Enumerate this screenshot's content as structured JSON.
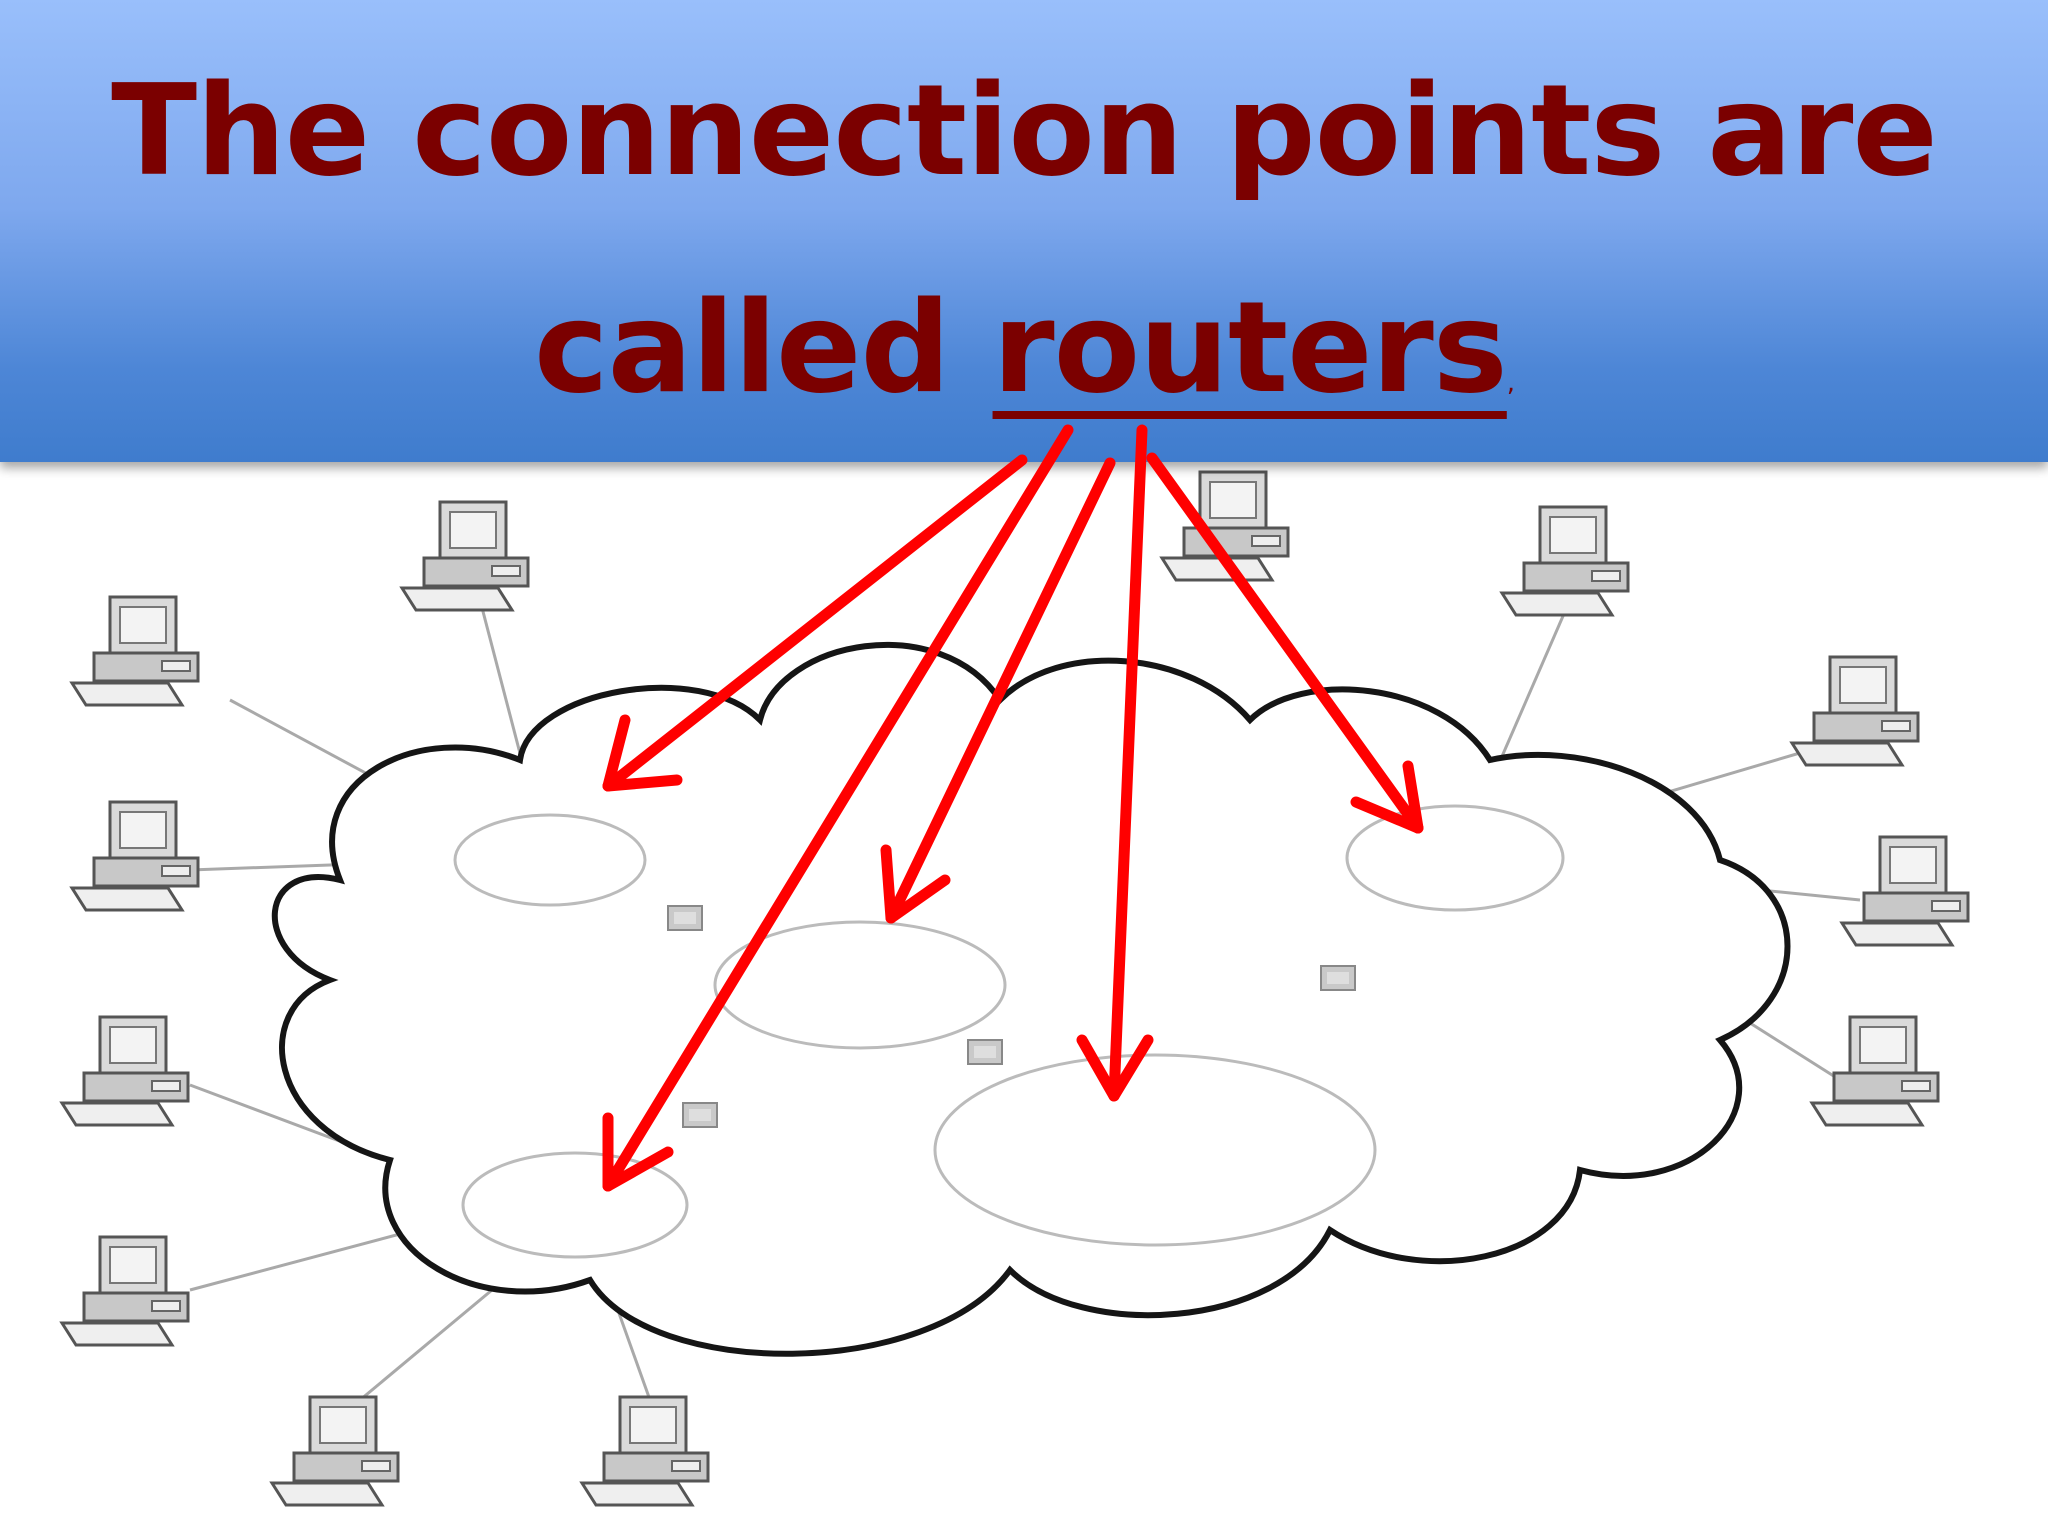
{
  "slide": {
    "title_line1": "The connection points are",
    "title_line2_prefix": "called ",
    "title_keyword": "routers",
    "title_trailing": ","
  },
  "colors": {
    "title_text": "#7b0000",
    "banner_top": "#99bffb",
    "banner_bottom": "#3f7ccd",
    "arrow": "#ff0000",
    "cloud_outline": "#111111",
    "network_line": "#a9a9a9"
  },
  "icons": {
    "computer": "desktop-computer-icon",
    "router": "router-node-ellipse",
    "switch": "network-switch-icon",
    "cloud": "network-cloud-shape"
  }
}
